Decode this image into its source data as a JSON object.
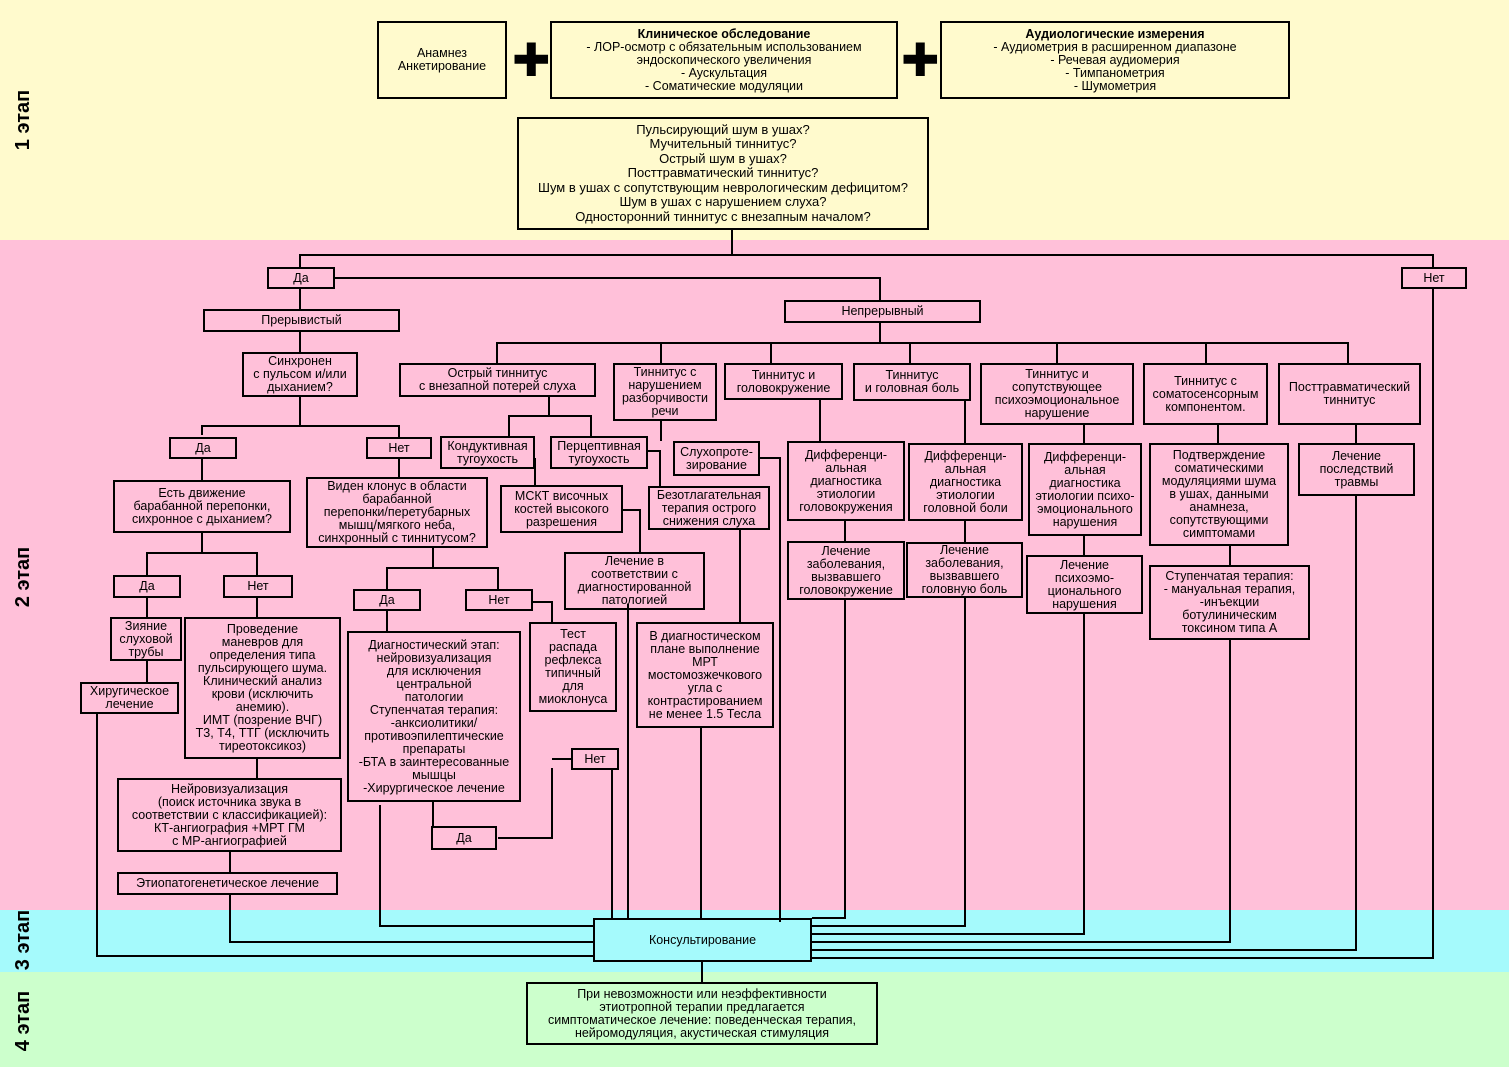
{
  "stages": {
    "s1": "1 этап",
    "s2": "2 этап",
    "s3": "3 этап",
    "s4": "4 этап"
  },
  "plus_symbol": "✚",
  "top": {
    "anamnesis": "Анамнез\nАнкетирование",
    "clinical_title": "Клиническое обследование",
    "clinical_body": "- ЛОР-осмотр с обязательным использованием\nэндоскопического увеличения\n- Аускультация\n- Соматические модуляции",
    "audio_title": "Аудиологические измерения",
    "audio_body": "- Аудиометрия в расширенном диапазоне\n- Речевая аудиомерия\n- Тимпанометрия\n- Шумометрия",
    "questions": "Пульсирующий шум в ушах?\nМучительный тиннитус?\nОстрый шум в ушах?\nПосттравматический тиннитус?\nШум в ушах с сопутствующим неврологическим дефицитом?\nШум в ушах с нарушением слуха?\nОдносторонний тиннитус с внезапным началом?"
  },
  "nodes": {
    "yes_main": "Да",
    "no_main": "Нет",
    "intermittent": "Прерывистый",
    "continuous": "Непрерывный",
    "synchronous": "Синхронен\nс пульсом и/или\nдыханием?",
    "sync_yes": "Да",
    "sync_no": "Нет",
    "eardrum_motion": "Есть движение\nбарабанной перепонки,\nсихронное с дыханием?",
    "ed_yes": "Да",
    "ed_no": "Нет",
    "tube_gaping": "Зияние\nслуховой\nтрубы",
    "surgery": "Хиругическое\nлечение",
    "maneuvers": "Проведение\nманевров для\nопределения типа\nпульсирующего шума.\nКлинический анализ\nкрови (исключить\nанемию).\nИМТ (позрение ВЧГ)\nТ3, Т4, ТТГ (исключить\nтиреотоксикоз)",
    "neuroimaging": "Нейровизуализация\n(поиск источника звука в\nсоответствии с классификацией):\nКТ-ангиография +МРТ ГМ\nс МР-ангиографией",
    "etiopathogenetic": "Этиопатогенетическое лечение",
    "clonus": "Виден клонус в области\nбарабанной\nперепонки/перетубарных\nмышц/мягкого неба,\nсинхронный с тиннитусом?",
    "cl_yes": "Да",
    "cl_no": "Нет",
    "diag_stage": "Диагностический этап:\nнейровизуализация\nдля исключения\nцентральной\nпатологии\nСтупенчатая терапия:\n-анксиолитики/\nпротивоэпилептические\nпрепараты\n-БТА в заинтересованные\nмышцы\n-Хирургическое лечение",
    "reflex_test": "Тест\nраспада\nрефлекса\nтипичный\nдля\nмиоклонуса",
    "rt_no": "Нет",
    "rt_yes": "Да",
    "acute_tinnitus": "Острый тиннитус\nс внезапной потерей слуха",
    "conductive": "Кондуктивная\nтугоухость",
    "perceptive": "Перцептивная\nтугоухость",
    "msct": "МСКТ височных\nкостей высокого\nразрешения",
    "urgent_therapy": "Безотлагательная\nтерапия острого\nснижения слуха",
    "treat_pathology": "Лечение в\nсоответствии с\nдиагностированной\nпатологией",
    "mri": "В диагностическом\nплане выполнение\nМРТ\nмостомозжечкового\nугла с\nконтрастированием\nне менее 1.5 Тесла",
    "speech": "Тиннитус с\nнарушением\nразборчивости\nречи",
    "hearing_aid": "Слухопроте-\nзирование",
    "dizziness": "Тиннитус и\nголовокружение",
    "dd_dizziness": "Дифференци-\nальная\nдиагностика\nэтиологии\nголовокружения",
    "treat_dizziness": "Лечение\nзаболевания,\nвызвавшего\nголовокружение",
    "headache": "Тиннитус\nи головная боль",
    "dd_headache": "Дифференци-\nальная\nдиагностика\nэтиологии\nголовной боли",
    "treat_headache": "Лечение\nзаболевания,\nвызвавшего\nголовную боль",
    "psycho": "Тиннитус и\nсопутствующее\nпсихоэмоциональное\nнарушение",
    "dd_psycho": "Дифференци-\nальная\nдиагностика\nэтиологии психо-\nэмоционального\nнарушения",
    "treat_psycho": "Лечение\nпсихоэмо-\nционального\nнарушения",
    "somato": "Тиннитус с\nсоматосенсорным\nкомпонентом.",
    "somato_confirm": "Подтверждение\nсоматическими\nмодуляциями шума\nв ушах, данными\nанамнеза,\nсопутствующими\nсимптомами",
    "stepwise": "Ступенчатая терапия:\n- мануальная терапия,\n-инъекции\nботулиническим\nтоксином типа А",
    "posttrauma": "Посттравматический\nтиннитус",
    "trauma_treat": "Лечение\nпоследствий\nтравмы",
    "consult": "Консультирование",
    "final": "При невозможности или неэффективности\nэтиотропной терапии предлагается\nсимптоматическое лечение: поведенческая терапия,\nнейромодуляция, акустическая стимуляция"
  },
  "colors": {
    "stage1": "#fffacd",
    "stage2": "#ffc0d9",
    "stage3": "#a5fafc",
    "stage4": "#ccffcc",
    "line": "#000000"
  }
}
